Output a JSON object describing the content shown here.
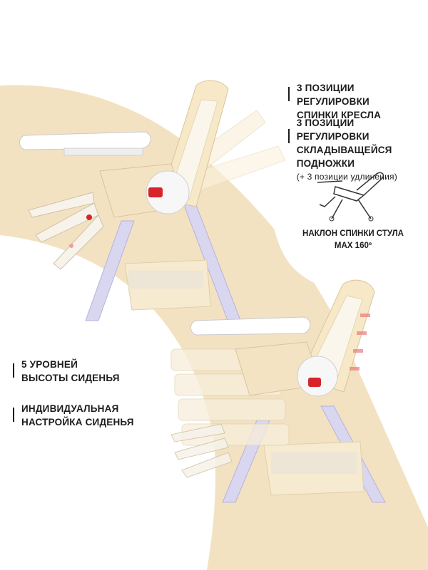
{
  "features_top": [
    {
      "line1": "3 ПОЗИЦИИ РЕГУЛИРОВКИ",
      "line2": "СПИНКИ КРЕСЛА"
    },
    {
      "line1": "3 ПОЗИЦИИ РЕГУЛИРОВКИ",
      "line2": "СКЛАДЫВАЩЕЙСЯ ПОДНОЖКИ",
      "line3": "(+ 3 позиции удлинения)"
    }
  ],
  "recline_caption": {
    "line1": "НАКЛОН СПИНКИ СТУЛА",
    "line2": "MAX 160º"
  },
  "features_bottom": [
    {
      "line1": "5 УРОВНЕЙ",
      "line2": "ВЫСОТЫ СИДЕНЬЯ"
    },
    {
      "line1": "ИНДИВИДУАЛЬНАЯ",
      "line2": "НАСТРОЙКА СИДЕНЬЯ"
    }
  ],
  "colors": {
    "beige": "#f3e2c2",
    "cream": "#fbf3e3",
    "frame": "#c9c6e8",
    "accent_red": "#d8232a",
    "text": "#1c1c1c"
  },
  "icons": [
    "chair-outline-icon",
    "bullet-dot-icon"
  ]
}
